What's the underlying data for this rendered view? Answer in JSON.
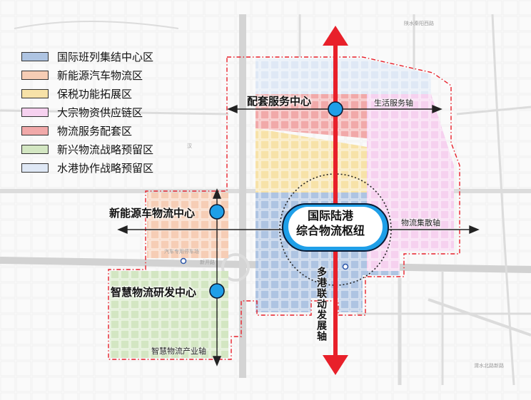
{
  "legend": [
    {
      "label": "国际班列集结中心区",
      "color": "#aec4e2"
    },
    {
      "label": "新能源汽车物流区",
      "color": "#f6cdb5"
    },
    {
      "label": "保税功能拓展区",
      "color": "#f7e2a8"
    },
    {
      "label": "大宗物资供应链区",
      "color": "#f6d1ef"
    },
    {
      "label": "物流服务配套区",
      "color": "#f1a9a9"
    },
    {
      "label": "新兴物流战略预留区",
      "color": "#d3e6c2"
    },
    {
      "label": "水港协作战略预留区",
      "color": "#dfe8f5"
    }
  ],
  "callouts": {
    "service_center": "配套服务中心",
    "nev_center": "新能源车物流中心",
    "smart_center": "智慧物流研发中心",
    "hub_line1": "国际陆港",
    "hub_line2": "综合物流枢纽"
  },
  "axes": {
    "living_service": "生活服务轴",
    "logistics_distribution": "物流集散轴",
    "multi_port": "多港联动发展轴",
    "smart_industry": "智慧物流产业轴"
  },
  "map_labels": {
    "top_right": "陕水秦阳西路",
    "auto_park": "汽车专用停车场",
    "road_west": "新开路",
    "road_mid": "汉",
    "bottom_right": "渭水北路新路"
  },
  "colors": {
    "axis_red": "#e8202a",
    "boundary_red": "#e8202a",
    "node_blue": "#1f9fe8"
  }
}
